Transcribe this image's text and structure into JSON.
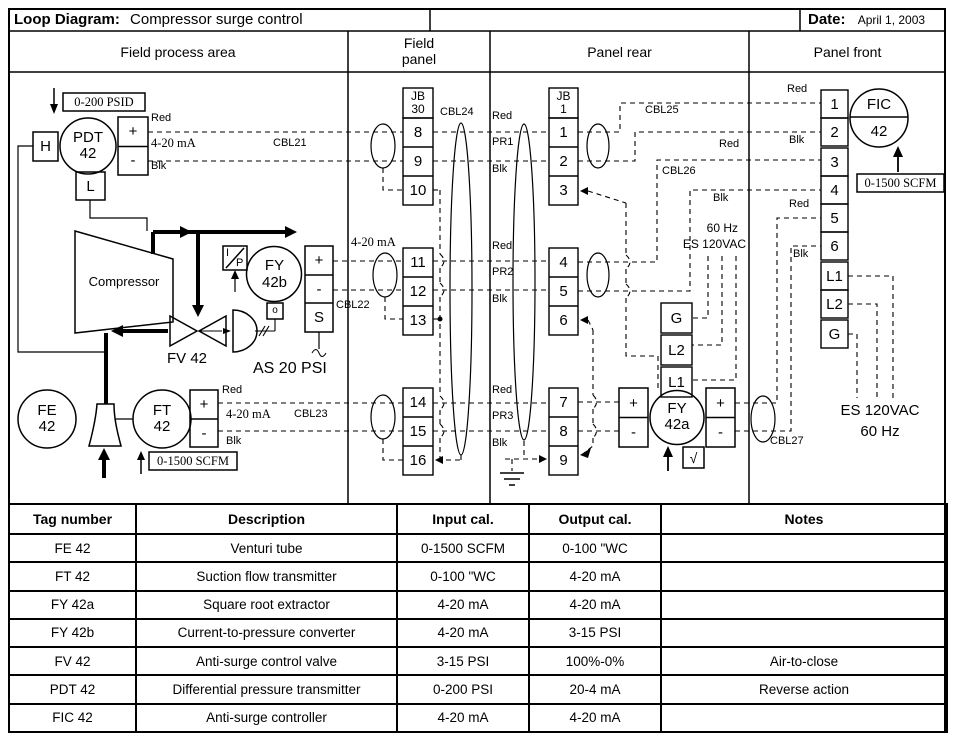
{
  "title_row": {
    "title_label": "Loop Diagram:",
    "title_value": "Compressor surge control",
    "date_label": "Date:",
    "date_value": "April 1, 2003"
  },
  "col_headers": {
    "c1": "Field process area",
    "c2a": "Field",
    "c2b": "panel",
    "c3": "Panel rear",
    "c4": "Panel front"
  },
  "field": {
    "pdt_range": "0-200 PSID",
    "pdt_tag": "PDT",
    "pdt_num": "42",
    "h": "H",
    "l": "L",
    "pdt_plus": "+",
    "pdt_minus": "-",
    "pdt_red": "Red",
    "pdt_ma": "4-20 mA",
    "pdt_blk": "Blk",
    "cbl21": "CBL21",
    "compressor": "Compressor",
    "ip_i": "I",
    "ip_p": "P",
    "fy42b_tag": "FY",
    "fy42b_num": "42b",
    "o": "o",
    "fy_plus": "+",
    "fy_minus": "-",
    "fy_s": "S",
    "fy_ma": "4-20 mA",
    "cbl22": "CBL22",
    "fv": "FV 42",
    "as20": "AS 20 PSI",
    "fe_tag": "FE",
    "fe_num": "42",
    "ft_tag": "FT",
    "ft_num": "42",
    "ft_plus": "+",
    "ft_minus": "-",
    "ft_red": "Red",
    "ft_ma": "4-20 mA",
    "ft_blk": "Blk",
    "cbl23": "CBL23",
    "ft_range": "0-1500 SCFM"
  },
  "jb30": {
    "l1": "JB",
    "l2": "30",
    "t": [
      "8",
      "9",
      "10",
      "11",
      "12",
      "13",
      "14",
      "15",
      "16"
    ],
    "cbl24": "CBL24"
  },
  "rear": {
    "jb1_l1": "JB",
    "jb1_l2": "1",
    "t": [
      "1",
      "2",
      "3",
      "4",
      "5",
      "6",
      "7",
      "8",
      "9"
    ],
    "pr1": [
      "Red",
      "PR1",
      "Blk"
    ],
    "pr2": [
      "Red",
      "PR2",
      "Blk"
    ],
    "pr3": [
      "Red",
      "PR3",
      "Blk"
    ],
    "cbl25": "CBL25",
    "cbl26": "CBL26",
    "c26_red": "Red",
    "c26_blk": "Blk",
    "hz": "60 Hz",
    "es": "ES 120VAC",
    "g": "G",
    "l2": "L2",
    "l1": "L1",
    "fy_tag": "FY",
    "fy_num": "42a",
    "in_plus": "+",
    "in_minus": "-",
    "out_plus": "+",
    "out_minus": "-",
    "sqrt": "√"
  },
  "front": {
    "t": [
      "1",
      "2",
      "3",
      "4",
      "5",
      "6",
      "L1",
      "L2",
      "G"
    ],
    "red1": "Red",
    "blk1": "Blk",
    "red2": "Red",
    "blk2": "Blk",
    "fic_tag": "FIC",
    "fic_num": "42",
    "range": "0-1500 SCFM",
    "cbl27": "CBL27",
    "es": "ES 120VAC",
    "hz": "60 Hz"
  },
  "table": {
    "headers": [
      "Tag number",
      "Description",
      "Input cal.",
      "Output cal.",
      "Notes"
    ],
    "rows": [
      [
        "FE 42",
        "Venturi tube",
        "0-1500 SCFM",
        "0-100 \"WC",
        ""
      ],
      [
        "FT 42",
        "Suction flow transmitter",
        "0-100 \"WC",
        "4-20 mA",
        ""
      ],
      [
        "FY 42a",
        "Square root extractor",
        "4-20 mA",
        "4-20 mA",
        ""
      ],
      [
        "FY 42b",
        "Current-to-pressure converter",
        "4-20 mA",
        "3-15 PSI",
        ""
      ],
      [
        "FV 42",
        "Anti-surge control valve",
        "3-15 PSI",
        "100%-0%",
        "Air-to-close"
      ],
      [
        "PDT 42",
        "Differential pressure transmitter",
        "0-200 PSI",
        "20-4 mA",
        "Reverse action"
      ],
      [
        "FIC 42",
        "Anti-surge controller",
        "4-20 mA",
        "4-20 mA",
        ""
      ]
    ]
  }
}
